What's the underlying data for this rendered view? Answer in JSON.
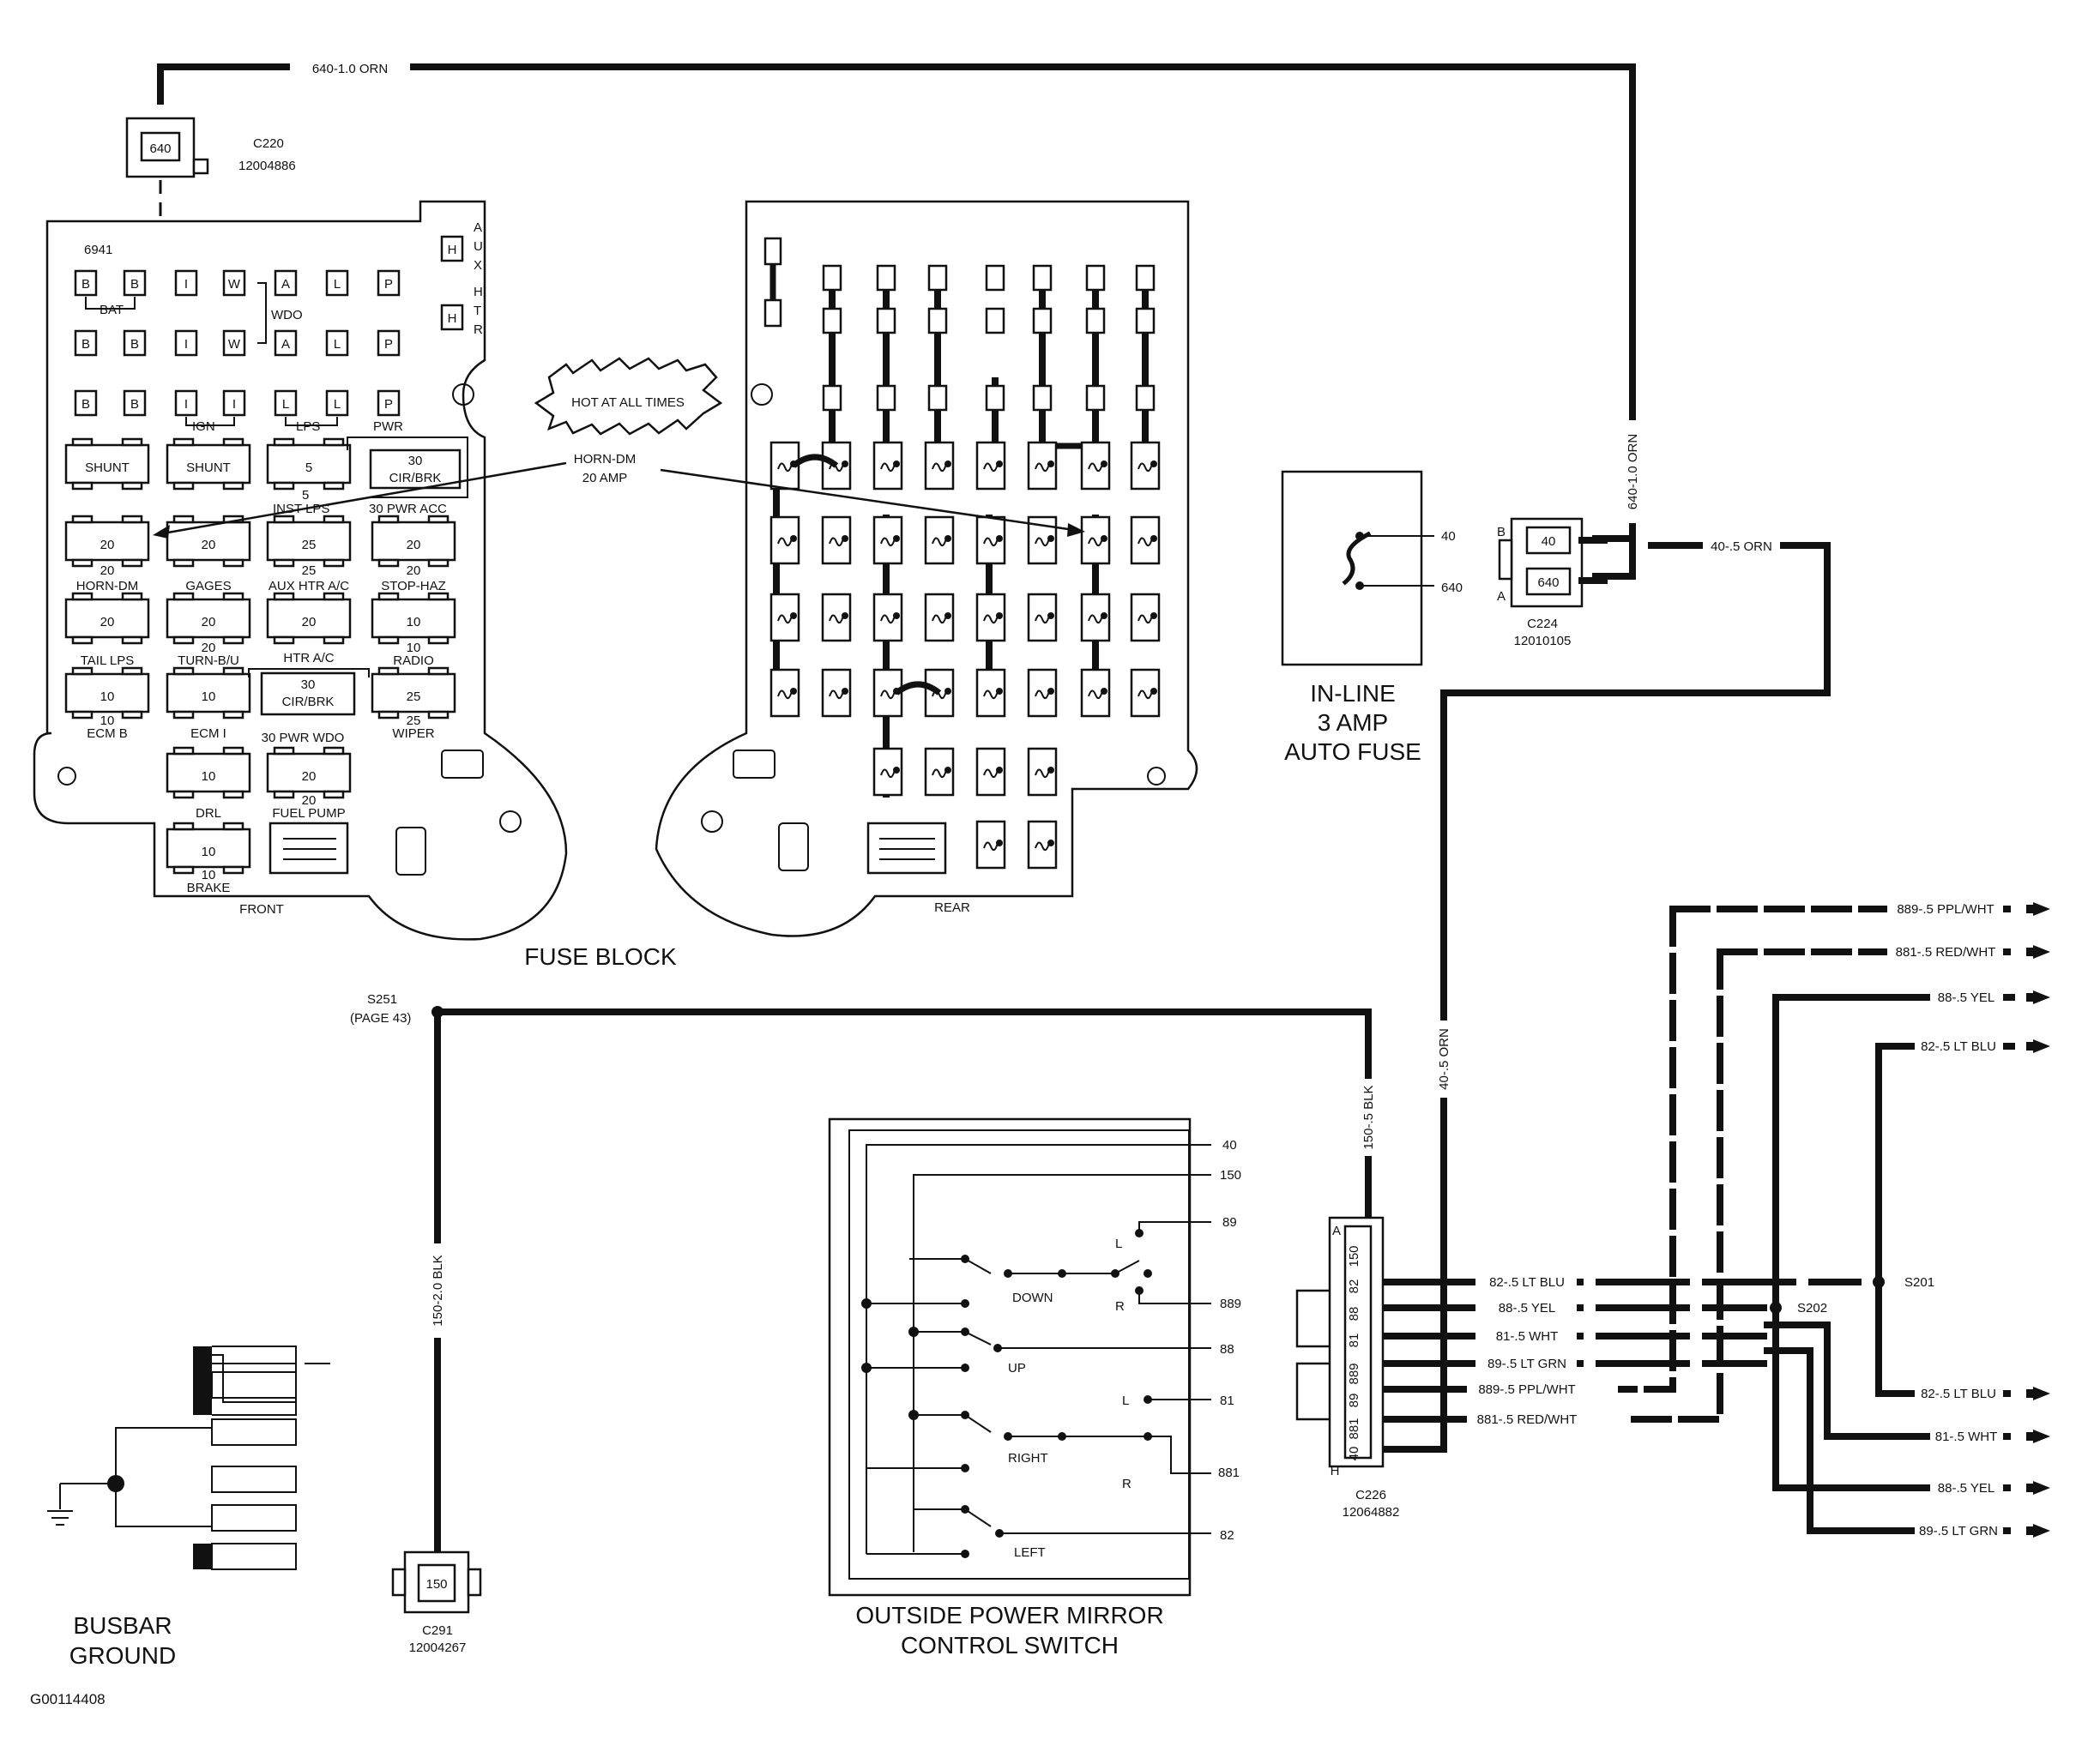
{
  "wires": {
    "top_orn": "640-1.0 ORN",
    "vert_orn": "640-1.0 ORN",
    "c224_out": "40-.5 ORN",
    "to_c226": "40-.5 ORN",
    "blk_150_5": "150-.5 BLK",
    "blk_150_2": "150-2.0 BLK"
  },
  "connectors": {
    "c220": {
      "name": "C220",
      "part": "12004886",
      "cavity": "640"
    },
    "c224": {
      "name": "C224",
      "part": "12010105",
      "pin_b": "B",
      "pin_a": "A",
      "cav_b": "40",
      "cav_a": "640"
    },
    "c226": {
      "name": "C226",
      "part": "12064882",
      "end_a": "A",
      "end_h": "H",
      "cavities": [
        "150",
        "82",
        "88",
        "81",
        "889",
        "89",
        "881",
        "40"
      ]
    },
    "c291": {
      "name": "C291",
      "part": "12004267",
      "cavity": "150"
    }
  },
  "splices": {
    "s251": "S251",
    "s251_page": "(PAGE 43)",
    "s201": "S201",
    "s202": "S202"
  },
  "fuse_block": {
    "title": "FUSE BLOCK",
    "front": "FRONT",
    "rear": "REAR",
    "id": "6941",
    "hot_at_all_times": "HOT AT ALL TIMES",
    "callout_1": "HORN-DM",
    "callout_2": "20 AMP",
    "aux": [
      "A",
      "U",
      "X"
    ],
    "htr": [
      "H",
      "T",
      "R"
    ],
    "h": "H",
    "top_row1": [
      "B",
      "B",
      "I",
      "W",
      "A",
      "L",
      "P"
    ],
    "top_row2": [
      "B",
      "B",
      "I",
      "W",
      "A",
      "L",
      "P"
    ],
    "top_row3": [
      "B",
      "B",
      "I",
      "I",
      "L",
      "L",
      "P"
    ],
    "group_bat": "BAT",
    "group_wdo": "WDO",
    "group_ign": "IGN",
    "group_lps": "LPS",
    "group_pwr": "PWR",
    "shunt": "SHUNT",
    "fuse5": "5",
    "fuse5_sub": "5",
    "cirbrk_top": "30",
    "cirbrk_bot": "CIR/BRK",
    "inst_lps": "INST LPS",
    "pwr_acc": "30 PWR ACC",
    "pwr_wdo": "30 PWR WDO",
    "fuses": [
      {
        "value": "20",
        "sub": "20",
        "label": "HORN-DM"
      },
      {
        "value": "20",
        "sub": "",
        "label": "GAGES"
      },
      {
        "value": "25",
        "sub": "25",
        "label": "AUX HTR A/C"
      },
      {
        "value": "20",
        "sub": "20",
        "label": "STOP-HAZ"
      },
      {
        "value": "20",
        "sub": "",
        "label": "TAIL LPS"
      },
      {
        "value": "20",
        "sub": "20",
        "label": "TURN-B/U"
      },
      {
        "value": "20",
        "sub": "",
        "label": "HTR A/C"
      },
      {
        "value": "10",
        "sub": "10",
        "label": "RADIO"
      },
      {
        "value": "10",
        "sub": "10",
        "label": "ECM B"
      },
      {
        "value": "10",
        "sub": "",
        "label": "ECM I"
      },
      {
        "value": "25",
        "sub": "25",
        "label": "WIPER"
      },
      {
        "value": "10",
        "sub": "",
        "label": "DRL"
      },
      {
        "value": "20",
        "sub": "20",
        "label": "FUEL PUMP"
      },
      {
        "value": "10",
        "sub": "10",
        "label": "BRAKE"
      }
    ]
  },
  "inline_fuse": {
    "line1": "IN-LINE",
    "line2": "3 AMP",
    "line3": "AUTO FUSE",
    "pin_top": "40",
    "pin_bot": "640"
  },
  "switch": {
    "title1": "OUTSIDE POWER MIRROR",
    "title2": "CONTROL SWITCH",
    "pins": [
      "40",
      "150",
      "89",
      "889",
      "88",
      "81",
      "881",
      "82"
    ],
    "down": "DOWN",
    "up": "UP",
    "right": "RIGHT",
    "left": "LEFT",
    "l": "L",
    "r": "R"
  },
  "harness": {
    "left_labels": [
      "82-.5 LT BLU",
      "88-.5 YEL",
      "81-.5 WHT",
      "89-.5 LT GRN",
      "889-.5 PPL/WHT",
      "881-.5 RED/WHT"
    ],
    "right_labels": [
      "889-.5 PPL/WHT",
      "881-.5 RED/WHT",
      "88-.5 YEL",
      "82-.5 LT BLU",
      "82-.5 LT BLU",
      "81-.5 WHT",
      "88-.5 YEL",
      "89-.5 LT GRN"
    ]
  },
  "ground": {
    "line1": "BUSBAR",
    "line2": "GROUND"
  },
  "figure_id": "G00114408"
}
